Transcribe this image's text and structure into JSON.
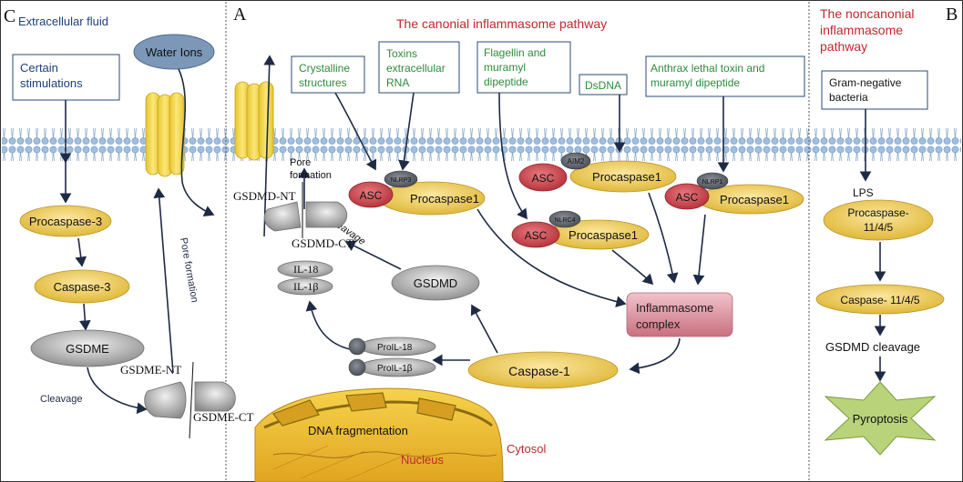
{
  "panels": {
    "c_letter": "C",
    "a_letter": "A",
    "b_letter": "B",
    "c_title": "Extracellular fluid",
    "a_title": "The canonial inflammasome pathway",
    "b_title_1": "The noncanonial",
    "b_title_2": "inflammasome",
    "b_title_3": "pathway"
  },
  "panel_c": {
    "water_ions": "Water Ions",
    "stim_1": "Certain",
    "stim_2": "stimulations",
    "procaspase3": "Procaspase-3",
    "caspase3": "Caspase-3",
    "gsdme": "GSDME",
    "pore_formation": "Pore formation",
    "gsdme_nt": "GSDME-NT",
    "gsdme_ct": "GSDME-CT",
    "cleavage": "Cleavage"
  },
  "panel_a": {
    "crystalline_1": "Crystalline",
    "crystalline_2": "structures",
    "toxins_1": "Toxins",
    "toxins_2": "extracellular",
    "toxins_3": "RNA",
    "flagellin_1": "Flagellin and",
    "flagellin_2": "muramyl",
    "flagellin_3": "dipeptide",
    "dsdna": "DsDNA",
    "anthrax_1": "Anthrax lethal toxin and",
    "anthrax_2": "muramyl dipeptide",
    "asc": "ASC",
    "procaspase1": "Procaspase1",
    "nlrp3": "NLRP3",
    "aim2": "AIM2",
    "nlrc4": "NLRC4",
    "nlrp1": "NLRP1",
    "pore_1": "Pore",
    "pore_2": "formation",
    "gsdmd_nt": "GSDMD-NT",
    "gsdmd_ct": "GSDMD-CT",
    "cleavage": "Cleavage",
    "il18": "IL-18",
    "il1b": "IL-1β",
    "gsdmd": "GSDMD",
    "inflammasome_1": "Inflammasome",
    "inflammasome_2": "complex",
    "proil18": "ProIL-18",
    "proil1b": "ProIL-1β",
    "caspase1": "Caspase-1",
    "dna_frag": "DNA fragmentation",
    "nucleus": "Nucleus",
    "cytosol": "Cytosol"
  },
  "panel_b": {
    "gram_1": "Gram-negative",
    "gram_2": "bacteria",
    "lps": "LPS",
    "procasp_1": "Procaspase-",
    "procasp_2": "11/4/5",
    "caspase": "Caspase- 11/4/5",
    "gsdmd_cleavage": "GSDMD   cleavage",
    "pyroptosis": "Pyroptosis"
  },
  "colors": {
    "title_red": "#c0282c",
    "box_green": "#2e8b3a",
    "dark_navy": "#1f2a44",
    "membrane_blue": "#7fa6cf",
    "yellow_fill": "#e8c84a",
    "asc_red": "#c8474f",
    "gray_fill": "#9a9a9a",
    "pink_complex": "#d98a9a",
    "star_green": "#b9d37a"
  }
}
